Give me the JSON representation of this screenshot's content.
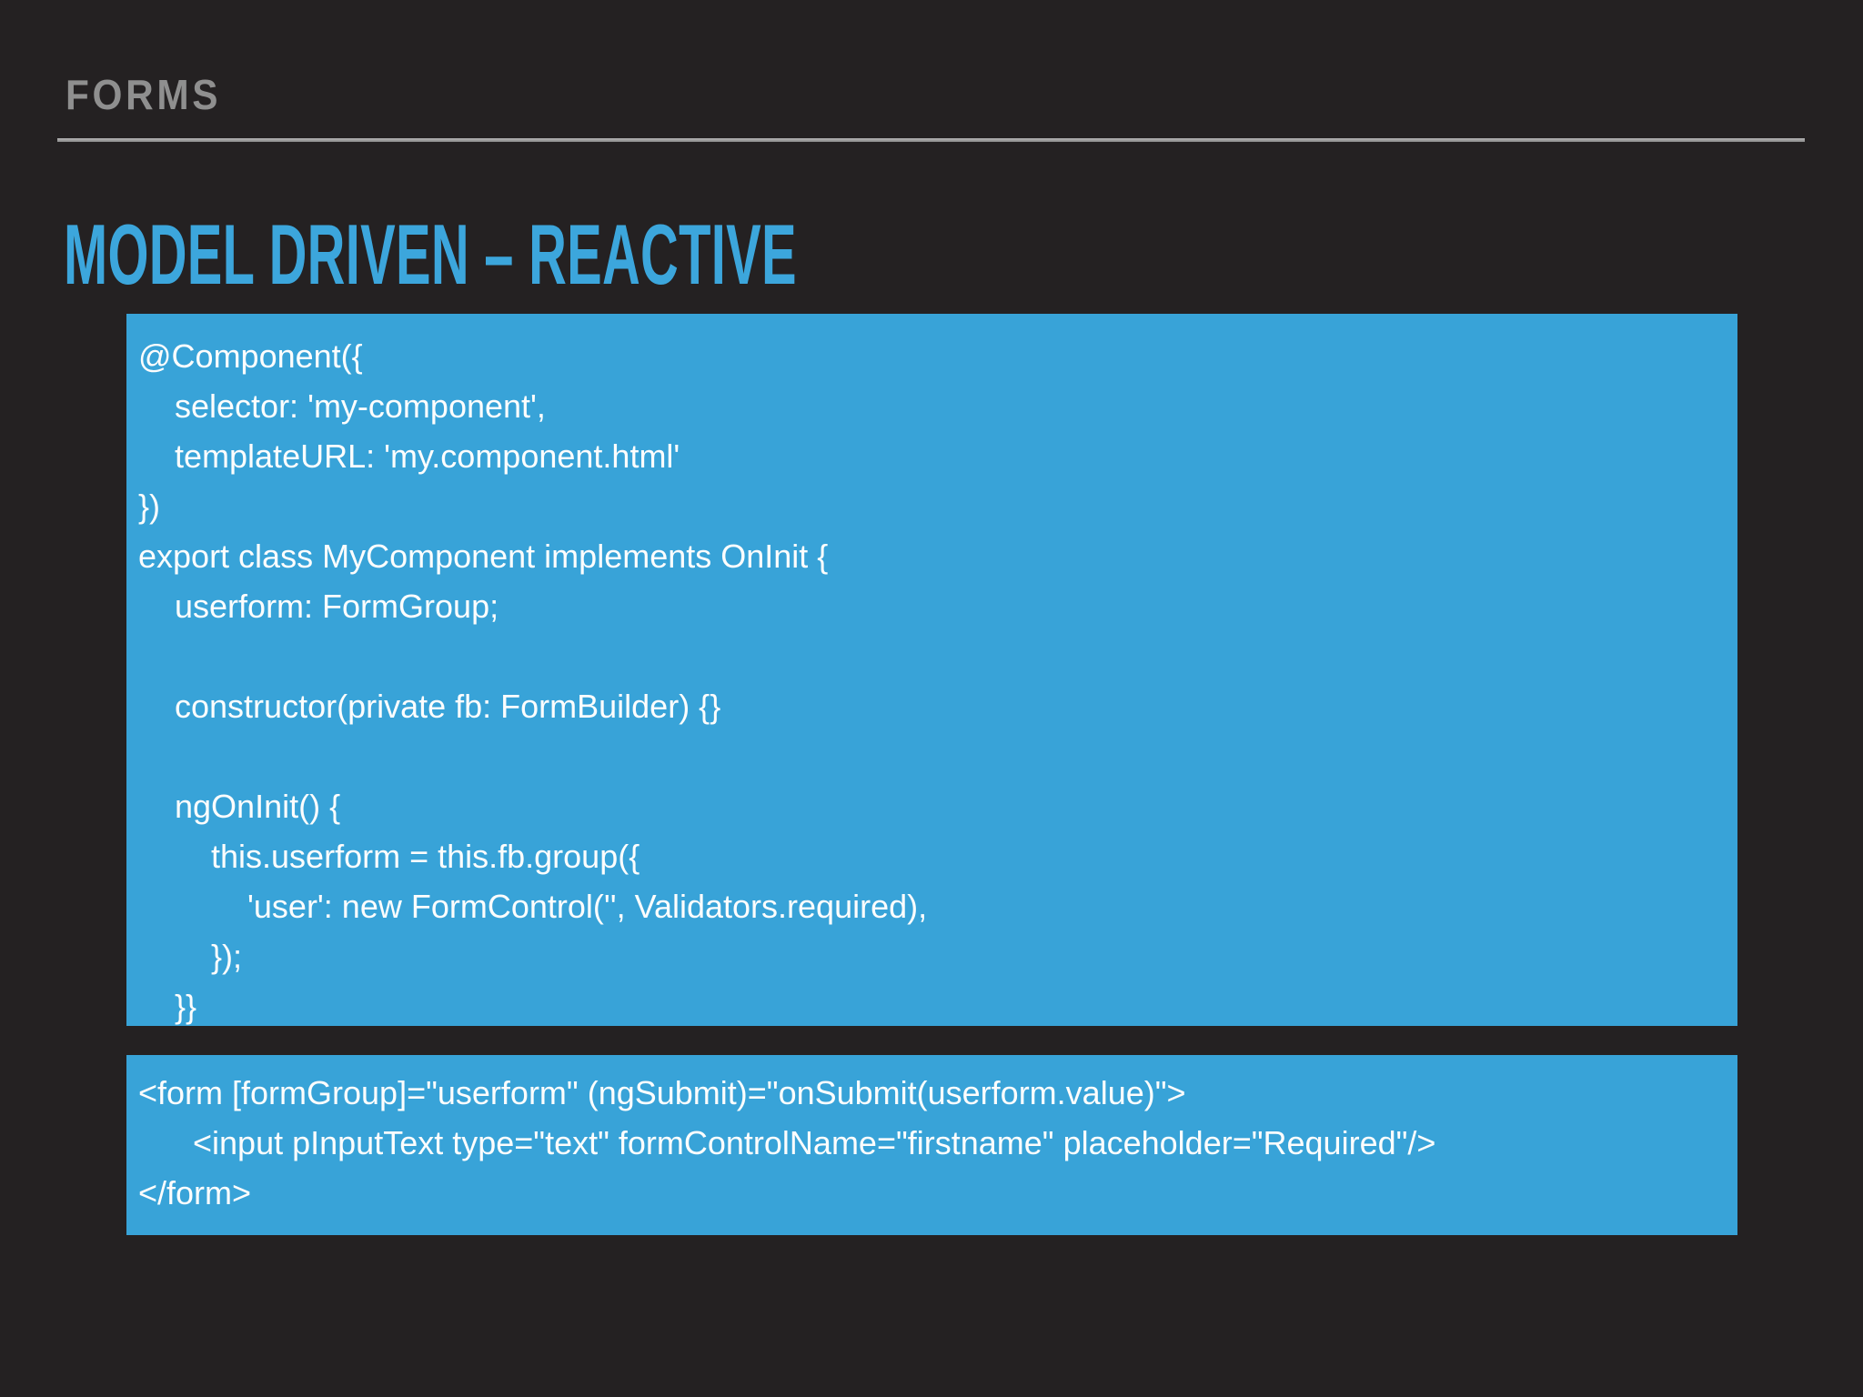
{
  "slide": {
    "kicker": "FORMS",
    "title": "MODEL DRIVEN – REACTIVE",
    "colors": {
      "background": "#242122",
      "accent_blue": "#38A3D8",
      "title_blue": "#3CA6DC",
      "kicker_gray": "#8F8F8F",
      "rule_gray": "#9E9E9E",
      "code_text": "#FDFDFD"
    },
    "code_blocks": [
      {
        "name": "component-typescript",
        "lines": [
          "@Component({",
          "    selector: 'my-component',",
          "    templateURL: 'my.component.html'",
          "})",
          "export class MyComponent implements OnInit {",
          "    userform: FormGroup;",
          "",
          "    constructor(private fb: FormBuilder) {}",
          "",
          "    ngOnInit() {",
          "        this.userform = this.fb.group({",
          "            'user': new FormControl('', Validators.required),",
          "        });",
          "    }}"
        ]
      },
      {
        "name": "template-html",
        "lines": [
          "<form [formGroup]=\"userform\" (ngSubmit)=\"onSubmit(userform.value)\">",
          "      <input pInputText type=\"text\" formControlName=\"firstname\" placeholder=\"Required\"/>",
          "</form>"
        ]
      }
    ]
  }
}
